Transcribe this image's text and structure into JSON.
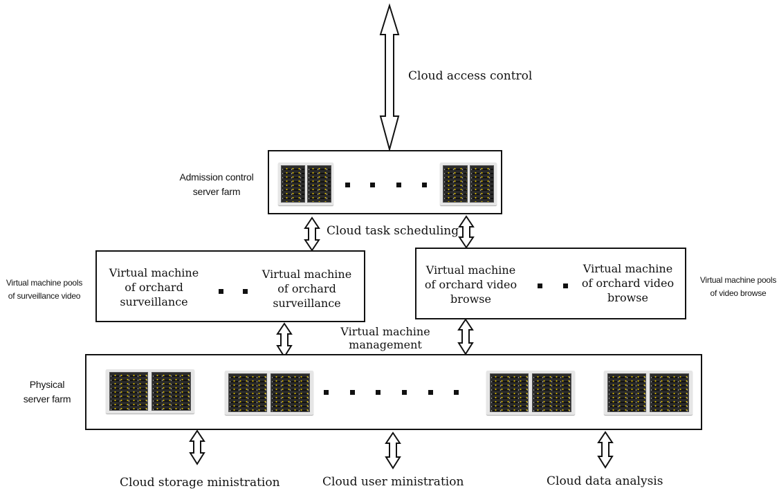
{
  "labels": {
    "cloud_access_control": "Cloud  access control",
    "admission_farm": [
      "Admission control",
      "server farm"
    ],
    "cloud_task_scheduling": "Cloud task scheduling",
    "vm_pools_surveillance": [
      "Virtual machine pools",
      "of surveillance video"
    ],
    "vm_pools_browse": [
      "Virtual machine pools",
      "of video browse"
    ],
    "vm_surveillance_left": [
      "Virtual machine",
      "of orchard",
      "surveillance"
    ],
    "vm_surveillance_right": [
      "Virtual machine",
      "of orchard",
      "surveillance"
    ],
    "vm_browse_left": [
      "Virtual machine",
      "of orchard video",
      "browse"
    ],
    "vm_browse_right": [
      "Virtual machine",
      "of orchard video",
      "browse"
    ],
    "vm_management": [
      "Virtual machine",
      "management"
    ],
    "physical_farm": [
      "Physical",
      "server farm"
    ],
    "cloud_storage": "Cloud storage ministration",
    "cloud_user": "Cloud user ministration",
    "cloud_data": "Cloud data analysis"
  },
  "icons": {
    "server": "server-rack-icon",
    "arrow": "double-headed-arrow-icon",
    "dot": "ellipsis-dot-icon"
  },
  "colors": {
    "line": "#111111",
    "rack_bg": "#e6e6e6",
    "led": "#e3c200"
  }
}
